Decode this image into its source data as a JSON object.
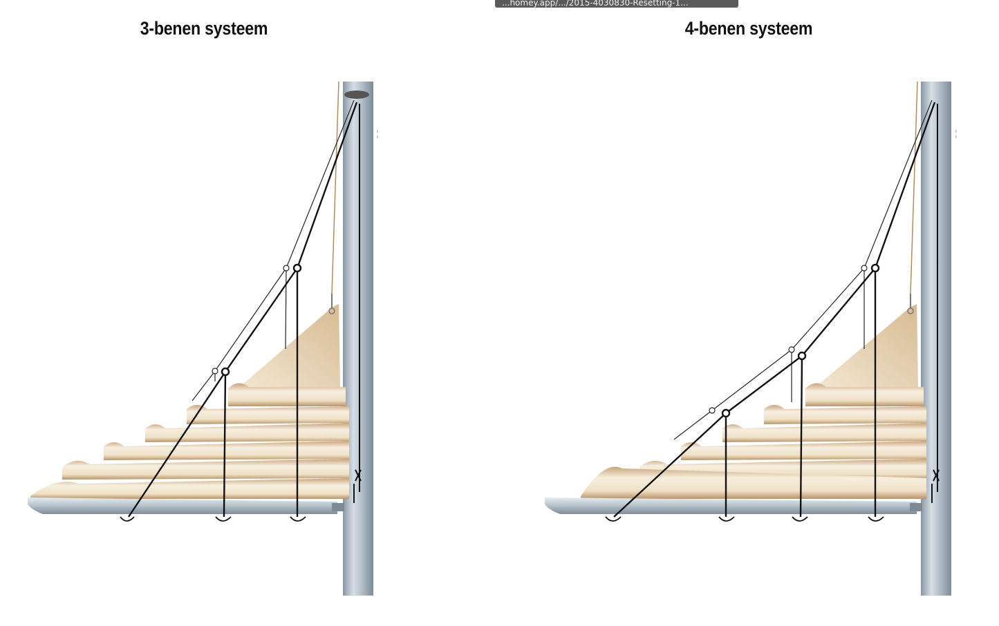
{
  "tooltip": "...homey.app/.../2015-4030830-Resetting-1...",
  "panels": [
    {
      "title": "3-benen systeem",
      "legs": 3
    },
    {
      "title": "4-benen systeem",
      "legs": 4
    }
  ],
  "colors": {
    "sail_light": "#efe2c8",
    "sail_dark": "#c9a981",
    "mast": "#a9b6c1",
    "line": "#111111"
  }
}
